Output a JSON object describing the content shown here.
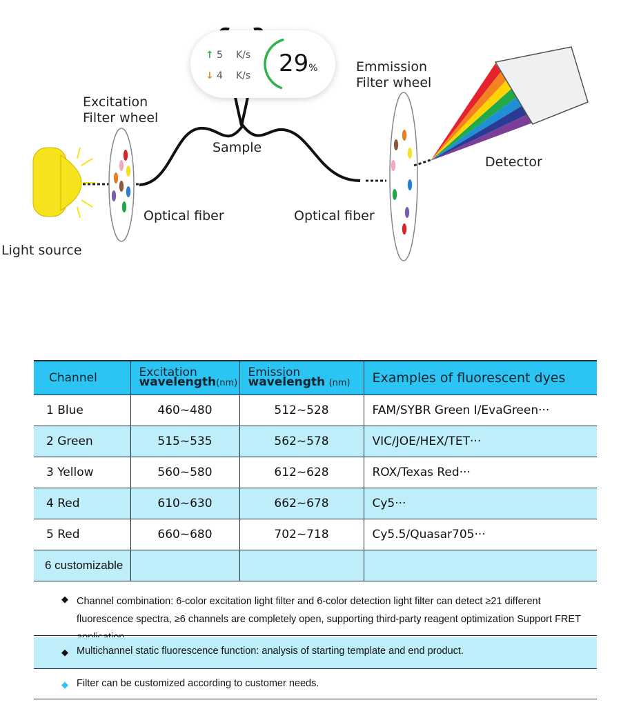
{
  "diagram": {
    "labels": {
      "excitation": "Excitation\nFilter wheel",
      "emission": "Emmission\nFilter wheel",
      "sample": "Sample",
      "detector": "Detector",
      "fiber_left": "Optical fiber",
      "fiber_right": "Optical fiber",
      "light_source": "Light source"
    },
    "colors": {
      "lamp": "#f7e31c",
      "filter_dots_left": [
        "#d9262c",
        "#f3e22a",
        "#f4a8b8",
        "#e67e22",
        "#8a5a3c",
        "#2a7fd4",
        "#7a5ea8",
        "#1fa64a"
      ],
      "filter_dots_right": [
        "#8a5a3c",
        "#e67e22",
        "#f3e22a",
        "#f4a8b8",
        "#2a7fd4",
        "#1fa64a",
        "#7a5ea8",
        "#d9262c"
      ],
      "spectrum": [
        "#e4232a",
        "#f58220",
        "#ffd400",
        "#22a94a",
        "#1f8fd6",
        "#2b3a95",
        "#7b3f98"
      ]
    }
  },
  "speed_widget": {
    "up_arrow": "↑",
    "up_value": "5",
    "up_unit": "K/s",
    "down_arrow": "↓",
    "down_value": "4",
    "down_unit": "K/s",
    "percent_value": "29",
    "percent_sign": "%",
    "progress": 0.29,
    "up_color": "#2fb34a",
    "down_color": "#f08a24",
    "gauge_color": "#2fb34a"
  },
  "table": {
    "headers": {
      "channel": "Channel",
      "exc_top": "Excitation",
      "exc_bottom": "wavelength",
      "exc_unit": "(nm)",
      "em_top": "Emission",
      "em_bottom": "wavelength",
      "em_unit": "(nm)",
      "dyes": "Examples of fluorescent dyes"
    },
    "rows": [
      {
        "channel": "1 Blue",
        "excitation": "460~480",
        "emission": "512~528",
        "dyes": "FAM/SYBR Green I/EvaGreen···"
      },
      {
        "channel": "2 Green",
        "excitation": "515~535",
        "emission": "562~578",
        "dyes": "VIC/JOE/HEX/TET···"
      },
      {
        "channel": "3 Yellow",
        "excitation": "560~580",
        "emission": "612~628",
        "dyes": "ROX/Texas Red···"
      },
      {
        "channel": "4 Red",
        "excitation": "610~630",
        "emission": "662~678",
        "dyes": "Cy5···"
      },
      {
        "channel": "5 Red",
        "excitation": "660~680",
        "emission": "702~718",
        "dyes": "Cy5.5/Quasar705···"
      },
      {
        "channel": "6 customizable",
        "excitation": "",
        "emission": "",
        "dyes": ""
      }
    ]
  },
  "notes": [
    {
      "bullet": "◆",
      "text": "Channel combination: 6-color excitation light filter and 6-color detection light filter can detect ≥21 different fluorescence spectra, ≥6 channels are completely open, supporting third-party reagent optimization Support FRET application."
    },
    {
      "bullet": "◆",
      "text": "Multichannel static fluorescence function: analysis of starting template and end product."
    },
    {
      "bullet": "◆",
      "text": "Filter can be customized according to customer needs.",
      "bullet_color": "#2cc4f2"
    }
  ]
}
